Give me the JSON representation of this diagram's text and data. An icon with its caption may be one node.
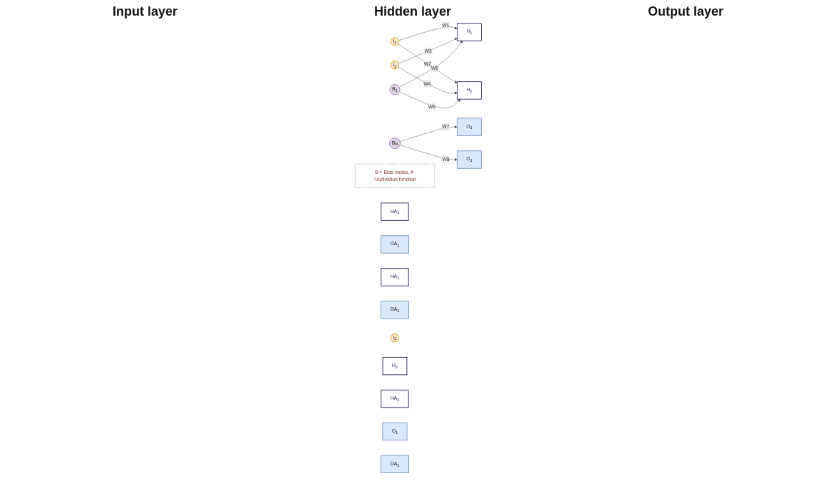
{
  "diagram": {
    "nodes": [
      {
        "text": [
          "B$_{1}$"
        ]
      },
      {
        "text": [
          "B = Bias nodes, A =Activation function"
        ]
      },
      {
        "text": [
          "B$_{N}$"
        ]
      },
      {
        "text": [
          "I$_{1}$"
        ]
      },
      {
        "text": [
          "H$_{1}$"
        ]
      },
      {
        "text": [
          "HA$_{1}$"
        ]
      },
      {
        "text": [
          "O$_{1}$"
        ]
      },
      {
        "text": [
          "OA$_{1}$"
        ]
      },
      {
        "text": [
          "I$_{2}$"
        ]
      },
      {
        "text": [
          "H$_{2}$"
        ]
      },
      {
        "text": [
          "HA$_{1}$"
        ]
      },
      {
        "text": [
          "O$_{1}$"
        ]
      },
      {
        "text": [
          "OA$_{1}$"
        ]
      },
      {
        "text": [
          "I$_{2}$"
        ]
      },
      {
        "text": [
          "H$_{2}$"
        ]
      },
      {
        "text": [
          "HA$_{1}$"
        ]
      },
      {
        "text": [
          "O$_{1}$"
        ]
      },
      {
        "text": [
          "OA$_{1}$"
        ]
      }
    ],
    "edges": [
      {
        "from": 3,
        "to": 4,
        "arrow": "to",
        "label": "W1"
      },
      {
        "from": 3,
        "to": 9,
        "arrow": "to",
        "label": "W2"
      },
      {
        "from": 8,
        "to": 4,
        "arrow": "to",
        "label": "W3"
      },
      {
        "from": 8,
        "to": 9,
        "arrow": "to",
        "label": "W4"
      },
      {
        "from": 0,
        "to": 4,
        "arrow": "to",
        "label": "W5"
      },
      {
        "from": 0,
        "to": 9,
        "arrow": "to",
        "label": "W6"
      },
      {
        "from": 2,
        "to": 6,
        "arrow": "to",
        "label": "W7"
      },
      {
        "from": 2,
        "to": 11,
        "arrow": "to",
        "label": "W8"
      }
    ],
    "labels": [
      "Input layer",
      "Hidden layer",
      "Output layer"
    ]
  }
}
